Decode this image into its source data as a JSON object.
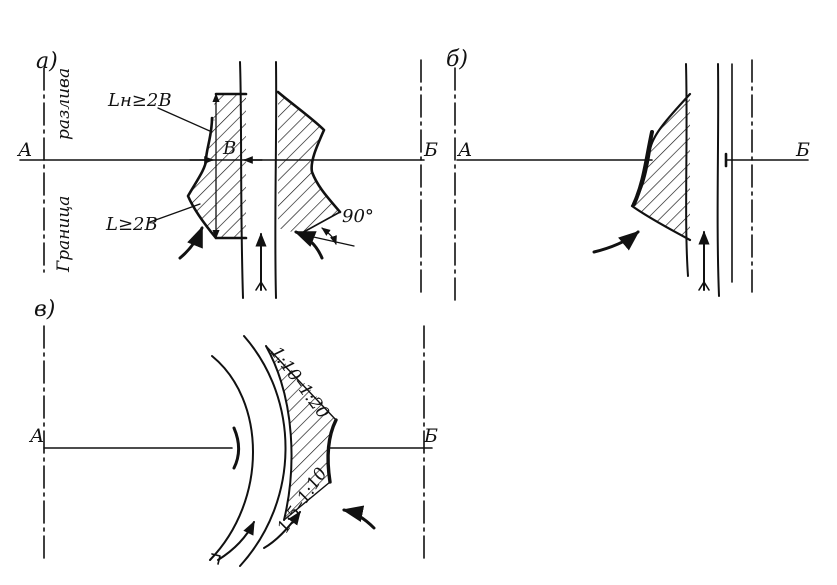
{
  "panels": {
    "a": {
      "label": "а)",
      "point_left": "А",
      "point_right": "Б",
      "boundary_upper": "разлива",
      "boundary_lower": "Граница",
      "dim_ln": "Lн≥2В",
      "dim_l": "L≥2В",
      "dim_b": "В",
      "angle": "90°"
    },
    "b": {
      "label": "б)",
      "point_left": "А",
      "point_right": "Б"
    },
    "v": {
      "label": "в)",
      "point_left": "А",
      "point_right": "Б",
      "slope_upper": "1:10–1:20",
      "slope_lower": "1:5–1:10"
    }
  },
  "colors": {
    "ink": "#111111",
    "background": "#ffffff"
  }
}
